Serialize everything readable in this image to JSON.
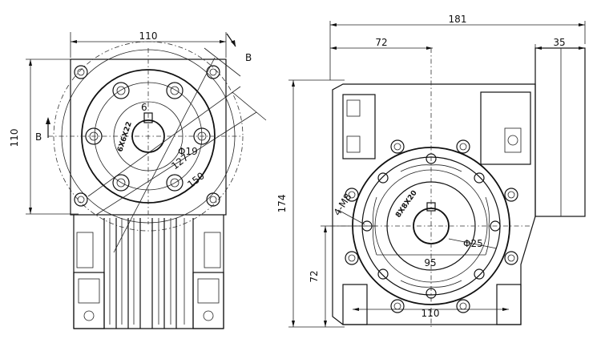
{
  "drawing": {
    "left_view": {
      "width_top": "110",
      "height_left": "110",
      "section_label_top": "B",
      "section_label_left": "B",
      "bore_diameter": "Φ19",
      "pcd_inner": "127",
      "pcd_outer": "150",
      "keyway_width": "6",
      "key_marking": "6X6X22"
    },
    "right_view": {
      "overall_width": "181",
      "offset_top": "72",
      "motor_flange_width": "35",
      "overall_height": "174",
      "centre_height": "72",
      "bore_diameter": "Φ25",
      "bolt_pcd": "95",
      "base_width": "110",
      "thread_label": "4-M8",
      "key_marking": "8X8X20"
    }
  }
}
